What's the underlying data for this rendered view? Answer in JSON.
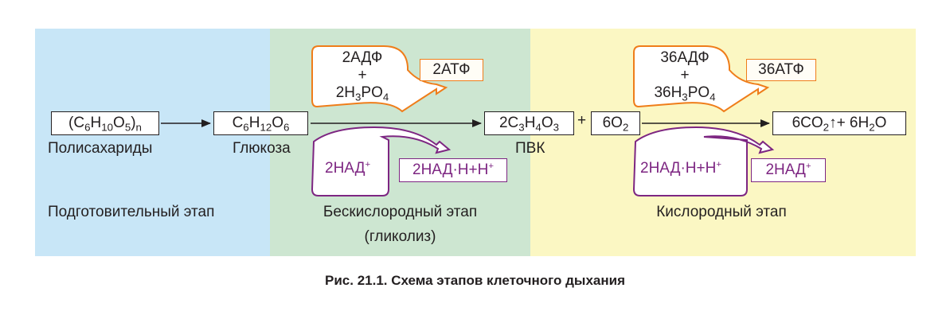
{
  "zones": {
    "preparatory": "Подготовительный этап",
    "anaerobic_line1": "Бескислородный этап",
    "anaerobic_line2": "(гликолиз)",
    "aerobic": "Кислородный этап"
  },
  "colors": {
    "preparatory": "#c8e6f7",
    "anaerobic": "#cde6d1",
    "aerobic": "#fbf7c3",
    "atp_cycle": "#ef7d1a",
    "nad_cycle": "#7d2682"
  },
  "chain": {
    "polysaccharide": [
      [
        "(C"
      ],
      [
        "6",
        "sub"
      ],
      [
        "H"
      ],
      [
        "10",
        "sub"
      ],
      [
        "O"
      ],
      [
        "5",
        "sub"
      ],
      [
        ")"
      ],
      [
        "n",
        "sub"
      ]
    ],
    "polysaccharide_name": "Полисахариды",
    "glucose": [
      [
        "C"
      ],
      [
        "6",
        "sub"
      ],
      [
        "H"
      ],
      [
        "12",
        "sub"
      ],
      [
        "O"
      ],
      [
        "6",
        "sub"
      ]
    ],
    "glucose_name": "Глюкоза",
    "pvk": [
      [
        "2C"
      ],
      [
        "3",
        "sub"
      ],
      [
        "H"
      ],
      [
        "4",
        "sub"
      ],
      [
        "O"
      ],
      [
        "3",
        "sub"
      ]
    ],
    "pvk_name": "ПВК",
    "plus": "+",
    "oxygen": [
      [
        "6O"
      ],
      [
        "2",
        "sub"
      ]
    ],
    "products": [
      [
        "6CO"
      ],
      [
        "2",
        "sub"
      ],
      [
        "↑+ 6H"
      ],
      [
        "2",
        "sub"
      ],
      [
        "O"
      ]
    ]
  },
  "glycolysis": {
    "adp_line1": [
      [
        "2АДФ"
      ]
    ],
    "adp_plus": [
      [
        "+"
      ]
    ],
    "adp_line3": [
      [
        "2H"
      ],
      [
        "3",
        "sub"
      ],
      [
        "PO"
      ],
      [
        "4",
        "sub"
      ]
    ],
    "atp": [
      [
        "2АТФ"
      ]
    ],
    "nad": [
      [
        "2НАД"
      ],
      [
        "+",
        "sup"
      ]
    ],
    "nadh": [
      [
        "2НАД·Н+Н"
      ],
      [
        "+",
        "sup"
      ]
    ]
  },
  "aerobic_stage": {
    "adp_line1": [
      [
        "36АДФ"
      ]
    ],
    "adp_plus": [
      [
        "+"
      ]
    ],
    "adp_line3": [
      [
        "36H"
      ],
      [
        "3",
        "sub"
      ],
      [
        "PO"
      ],
      [
        "4",
        "sub"
      ]
    ],
    "atp": [
      [
        "36АТФ"
      ]
    ],
    "nadh": [
      [
        "2НАД·Н+Н"
      ],
      [
        "+",
        "sup"
      ]
    ],
    "nad": [
      [
        "2НАД"
      ],
      [
        "+",
        "sup"
      ]
    ]
  },
  "caption": "Рис. 21.1. Схема этапов клеточного дыхания"
}
